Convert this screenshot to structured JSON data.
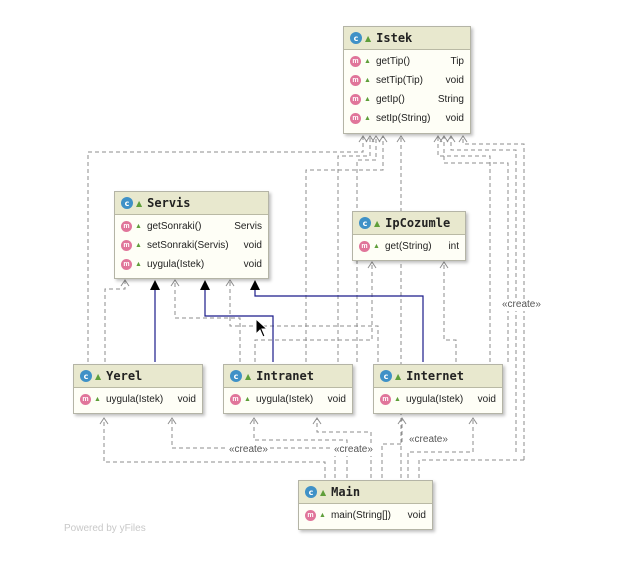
{
  "nodes": {
    "istek": {
      "title": "Istek",
      "members": [
        {
          "name": "getTip()",
          "type": "Tip"
        },
        {
          "name": "setTip(Tip)",
          "type": "void"
        },
        {
          "name": "getIp()",
          "type": "String"
        },
        {
          "name": "setIp(String)",
          "type": "void"
        }
      ]
    },
    "servis": {
      "title": "Servis",
      "members": [
        {
          "name": "getSonraki()",
          "type": "Servis"
        },
        {
          "name": "setSonraki(Servis)",
          "type": "void"
        },
        {
          "name": "uygula(Istek)",
          "type": "void"
        }
      ]
    },
    "ipcozumle": {
      "title": "IpCozumle",
      "members": [
        {
          "name": "get(String)",
          "type": "int"
        }
      ]
    },
    "yerel": {
      "title": "Yerel",
      "members": [
        {
          "name": "uygula(Istek)",
          "type": "void"
        }
      ]
    },
    "intranet": {
      "title": "Intranet",
      "members": [
        {
          "name": "uygula(Istek)",
          "type": "void"
        }
      ]
    },
    "internet": {
      "title": "Internet",
      "members": [
        {
          "name": "uygula(Istek)",
          "type": "void"
        }
      ]
    },
    "main": {
      "title": "Main",
      "members": [
        {
          "name": "main(String[])",
          "type": "void"
        }
      ]
    }
  },
  "icons": {
    "class_icon": "c",
    "method_icon": "m",
    "static_method_icon": "m",
    "visibility_icon": "leaf"
  },
  "edge_labels": {
    "create_right": "«create»",
    "create_yerel": "«create»",
    "create_intranet": "«create»",
    "create_internet": "«create»"
  },
  "footer": "Powered by yFiles",
  "colors": {
    "header": "#e8e8ce",
    "class_icon": "#3f91c7",
    "method_icon": "#e0759a",
    "inheritance_line": "#1b1b8a",
    "dependency_line": "#8a8a8a"
  }
}
